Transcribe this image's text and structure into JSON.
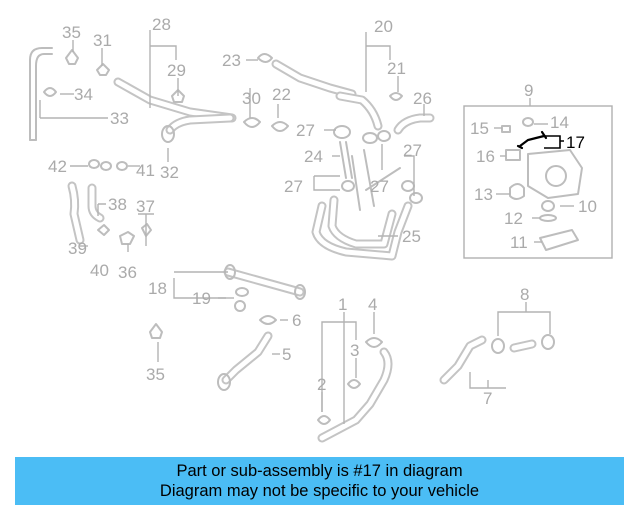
{
  "callouts": {
    "c1": "1",
    "c2": "2",
    "c3": "3",
    "c4": "4",
    "c5": "5",
    "c6": "6",
    "c7": "7",
    "c8": "8",
    "c9": "9",
    "c10": "10",
    "c11": "11",
    "c12": "12",
    "c13": "13",
    "c14": "14",
    "c15": "15",
    "c16": "16",
    "c17": "17",
    "c18": "18",
    "c19": "19",
    "c20": "20",
    "c21": "21",
    "c22": "22",
    "c23": "23",
    "c24": "24",
    "c25": "25",
    "c26": "26",
    "c27": "27",
    "c28": "28",
    "c29": "29",
    "c30": "30",
    "c31": "31",
    "c32": "32",
    "c33": "33",
    "c34": "34",
    "c35": "35",
    "c36": "36",
    "c37": "37",
    "c38": "38",
    "c39": "39",
    "c40": "40",
    "c41": "41",
    "c42": "42"
  },
  "highlighted_part": "17",
  "highlight_color": "#000000",
  "callout_color": "#aaaaaa",
  "banner": {
    "line1": "Part or sub-assembly is #17 in diagram",
    "line2": "Diagram may not be specific to your vehicle",
    "background": "#4bbdf5"
  }
}
